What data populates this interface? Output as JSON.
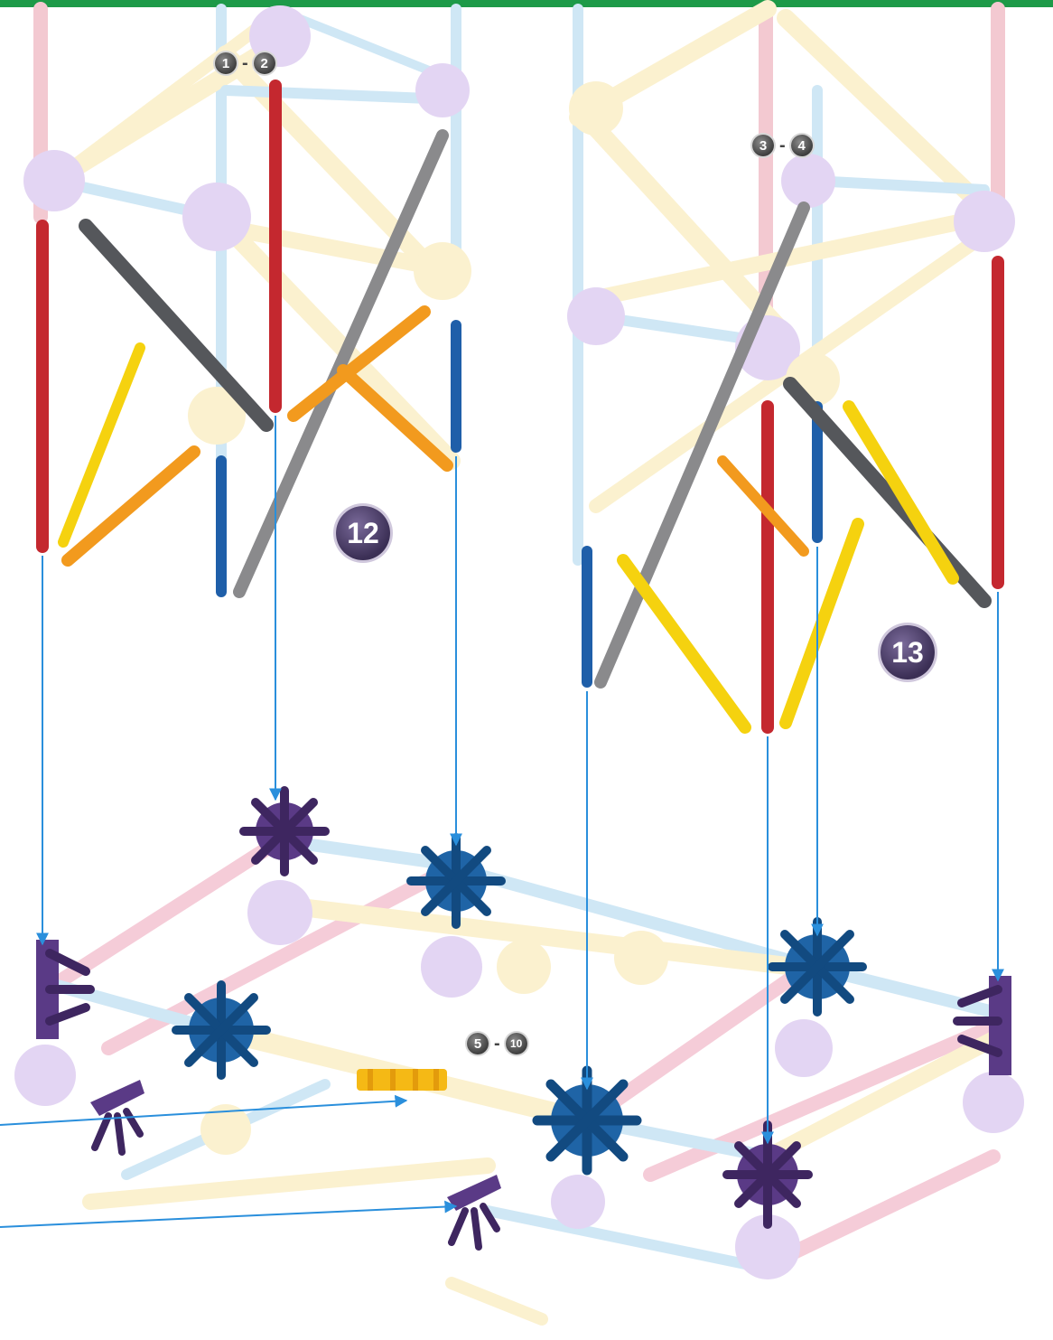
{
  "accent_color": "#1d9a48",
  "callouts": {
    "c1": {
      "from": "1",
      "to": "2"
    },
    "c2": {
      "from": "3",
      "to": "4"
    },
    "c3": {
      "from": "5",
      "to": "10"
    }
  },
  "steps": {
    "s12": "12",
    "s13": "13"
  },
  "part_colors": {
    "red_rod": "#c4282f",
    "gray_rod": "#8a8a8c",
    "dark_gray_rod": "#55575b",
    "blue_rod": "#1f5fa9",
    "yellow_rod": "#f5d20f",
    "orange_rod": "#f29a1e",
    "purple_connector": "#5a3a86",
    "blue_connector": "#1f64a6",
    "arrow": "#2a8fdc"
  }
}
